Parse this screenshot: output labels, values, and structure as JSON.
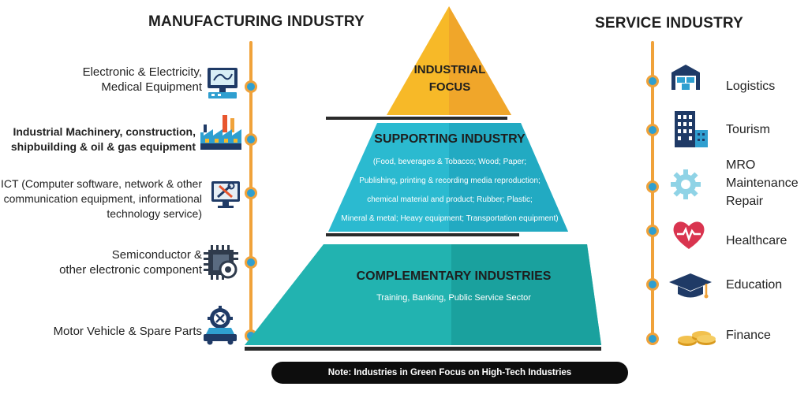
{
  "left_heading": "MANUFACTURING INDUSTRY",
  "right_heading": "SERVICE INDUSTRY",
  "left_items": [
    {
      "line1": "Electronic & Electricity,",
      "line2": "Medical Equipment",
      "icon": "medical-equipment-icon"
    },
    {
      "line1": "Industrial Machinery, construction,",
      "line2": "shipbuilding & oil & gas equipment",
      "icon": "factory-icon"
    },
    {
      "line1": "ICT (Computer software, network & other",
      "line2": "communication equipment, informational",
      "line3": "technology service)",
      "icon": "computer-tools-icon"
    },
    {
      "line1": "Semiconductor &",
      "line2": "other electronic component",
      "icon": "chip-icon"
    },
    {
      "line1": "Motor Vehicle  & Spare Parts",
      "icon": "car-gear-icon"
    }
  ],
  "right_items": [
    {
      "label": "Logistics",
      "icon": "warehouse-icon"
    },
    {
      "label": "Tourism",
      "icon": "building-icon"
    },
    {
      "line1": "MRO",
      "line2": "Maintenance",
      "line3": "Repair",
      "icon": "gear-icon"
    },
    {
      "label": "Healthcare",
      "icon": "heart-pulse-icon"
    },
    {
      "label": "Education",
      "icon": "graduation-cap-icon"
    },
    {
      "label": "Finance",
      "icon": "coins-icon"
    }
  ],
  "pyramid": {
    "top": {
      "line1": "INDUSTRIAL",
      "line2": "FOCUS"
    },
    "middle": {
      "title": "SUPPORTING INDUSTRY",
      "desc": [
        "(Food, beverages & Tobacco; Wood; Paper;",
        "Publishing, printing & recording media reproduction;",
        "chemical material and product; Rubber; Plastic;",
        "Mineral & metal; Heavy equipment; Transportation equipment)"
      ]
    },
    "bottom": {
      "title": "COMPLEMENTARY INDUSTRIES",
      "desc": "Training, Banking, Public Service Sector"
    }
  },
  "note": "Note: Industries in Green Focus on High-Tech Industries",
  "colors": {
    "accent_orange": "#f0a23a",
    "dot_blue": "#2f9fd0",
    "pyramid_top": "#f7b928",
    "pyramid_middle": "#2bbad0",
    "pyramid_bottom": "#22b3b0",
    "icon_navy": "#1f3a66"
  }
}
